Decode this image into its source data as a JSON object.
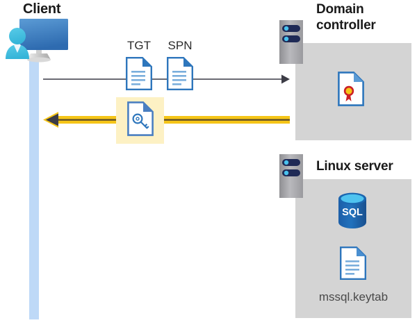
{
  "diagram": {
    "title_client": "Client",
    "title_domain_controller": "Domain controller",
    "title_domain_controller_line1": "Domain",
    "title_domain_controller_line2": "controller",
    "title_linux_server": "Linux server",
    "labels": {
      "tgt": "TGT",
      "spn": "SPN",
      "keytab_file": "mssql.keytab",
      "sql_icon_text": "SQL"
    },
    "icons": {
      "client": "client-workstation-icon",
      "dc_server": "server-rack-icon",
      "linux_server": "server-rack-icon",
      "tgt_document": "document-icon",
      "spn_document": "document-icon",
      "key_document": "key-document-icon",
      "certificate": "certificate-document-icon",
      "database": "sql-database-icon",
      "keytab_document": "document-icon"
    },
    "arrows": {
      "request": {
        "name": "request-arrow",
        "direction": "right",
        "color": "#3c3c46"
      },
      "response": {
        "name": "response-arrow",
        "direction": "left",
        "color": "#f5c518"
      }
    },
    "colors": {
      "panel_gray": "#d4d4d4",
      "lifeline_blue": "#bed9f7",
      "highlight_yellow": "#fdf1c4",
      "accent_blue": "#2e76bc",
      "arrow_yellow": "#f5c518",
      "arrow_dark": "#3c3c46",
      "title_dark": "#1a1a1a"
    }
  }
}
